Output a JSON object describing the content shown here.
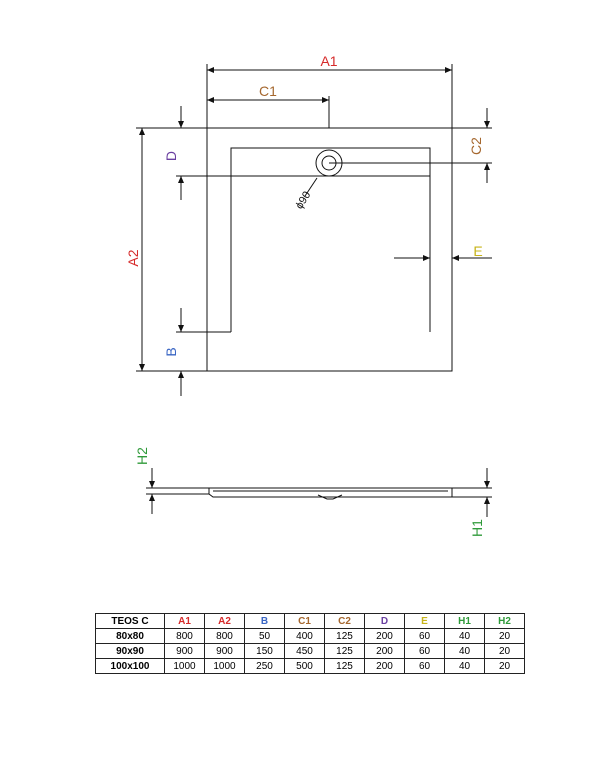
{
  "labels": {
    "A1": "A1",
    "C1": "C1",
    "C2": "C2",
    "D": "D",
    "A2": "A2",
    "B": "B",
    "E": "E",
    "drain": "ϕ90",
    "H1": "H1",
    "H2": "H2"
  },
  "colors": {
    "A1": "#d62a2a",
    "A2": "#d62a2a",
    "B": "#3a66c4",
    "C1": "#a5672e",
    "C2": "#a5672e",
    "D": "#6a3fa0",
    "E": "#c7b41a",
    "H1": "#2f9a3a",
    "H2": "#2f9a3a",
    "line": "#111111"
  },
  "table": {
    "headers": [
      "TEOS C",
      "A1",
      "A2",
      "B",
      "C1",
      "C2",
      "D",
      "E",
      "H1",
      "H2"
    ],
    "rows": [
      [
        "80x80",
        "800",
        "800",
        "50",
        "400",
        "125",
        "200",
        "60",
        "40",
        "20"
      ],
      [
        "90x90",
        "900",
        "900",
        "150",
        "450",
        "125",
        "200",
        "60",
        "40",
        "20"
      ],
      [
        "100x100",
        "1000",
        "1000",
        "250",
        "500",
        "125",
        "200",
        "60",
        "40",
        "20"
      ]
    ]
  }
}
